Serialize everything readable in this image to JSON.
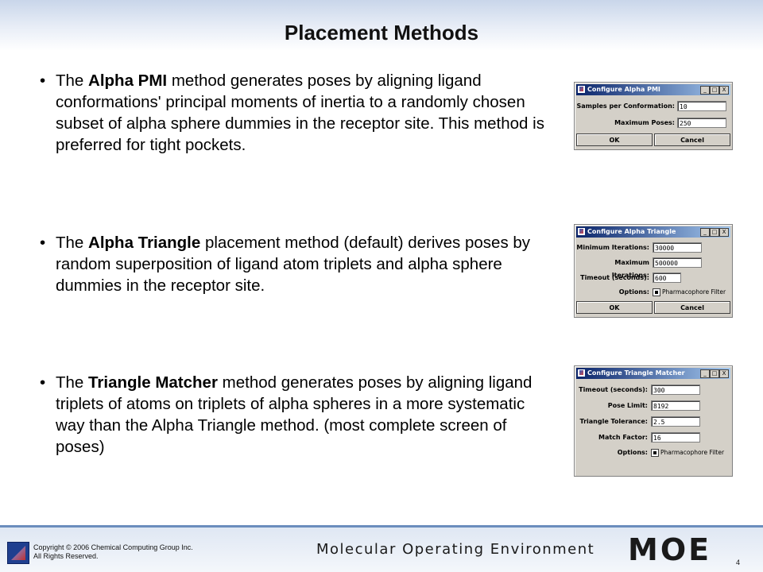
{
  "slide": {
    "title": "Placement Methods",
    "page_number": "4",
    "bullet_char": "•"
  },
  "bullets": [
    {
      "pre": "The ",
      "bold": "Alpha PMI",
      "post": " method generates poses by aligning ligand conformations' principal moments of inertia to a randomly chosen subset of alpha sphere dummies in the receptor site. This method is preferred for tight pockets."
    },
    {
      "pre": "The ",
      "bold": "Alpha Triangle",
      "post": " placement method (default) derives poses by random superposition of ligand atom triplets and alpha sphere dummies in the receptor site."
    },
    {
      "pre": "The ",
      "bold": "Triangle Matcher",
      "post": " method generates poses by aligning ligand triplets of atoms on triplets of alpha spheres in a more systematic way than the Alpha Triangle method. (most complete screen of poses)"
    }
  ],
  "dialogs": {
    "alpha_pmi": {
      "title": "Configure Alpha PMI",
      "samples_label": "Samples per Conformation:",
      "samples_value": "10",
      "max_poses_label": "Maximum Poses:",
      "max_poses_value": "250",
      "ok": "OK",
      "cancel": "Cancel"
    },
    "alpha_triangle": {
      "title": "Configure Alpha Triangle",
      "min_iter_label": "Minimum Iterations:",
      "min_iter_value": "30000",
      "max_iter_label": "Maximum Iterations:",
      "max_iter_value": "500000",
      "timeout_label": "Timeout (seconds):",
      "timeout_value": "600",
      "options_label": "Options:",
      "pharmacophore_label": "Pharmacophore Filter",
      "ok": "OK",
      "cancel": "Cancel"
    },
    "triangle_matcher": {
      "title": "Configure Triangle Matcher",
      "timeout_label": "Timeout (seconds):",
      "timeout_value": "300",
      "pose_limit_label": "Pose Limit:",
      "pose_limit_value": "8192",
      "tolerance_label": "Triangle Tolerance:",
      "tolerance_value": "2.5",
      "match_factor_label": "Match Factor:",
      "match_factor_value": "16",
      "options_label": "Options:",
      "pharmacophore_label": "Pharmacophore Filter"
    },
    "window_buttons": {
      "minimize": "_",
      "maximize": "□",
      "close": "X"
    }
  },
  "footer": {
    "copyright_line1": "Copyright © 2006 Chemical Computing Group Inc.",
    "copyright_line2": "All Rights Reserved.",
    "product_name": "Molecular Operating Environment",
    "product_logo": "MOE"
  }
}
